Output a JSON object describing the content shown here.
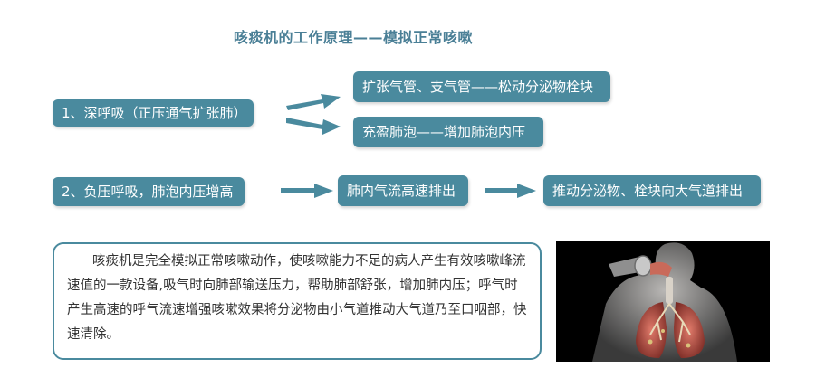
{
  "title": "咳痰机的工作原理——模拟正常咳嗽",
  "step1": {
    "label": "1、深呼吸（正压通气扩张肺）",
    "outcomes": [
      "扩张气管、支气管——松动分泌物栓块",
      "充盈肺泡——增加肺泡内压"
    ]
  },
  "step2": {
    "label": "2、负压呼吸，肺泡内压增高",
    "chain": [
      "肺内气流高速排出",
      "推动分泌物、栓块向大气道排出"
    ]
  },
  "description": "咳痰机是完全模拟正常咳嗽动作，使咳嗽能力不足的病人产生有效咳嗽峰流速值的一款设备,吸气时向肺部输送压力，帮助肺部舒张，增加肺内压；呼气时产生高速的呼气流速增强咳嗽效果将分泌物由小气道推动大气道乃至口咽部，快速清除。",
  "colors": {
    "box_fill": "#4a8a9e",
    "title": "#4a7f96",
    "arrow": "#4a8a9e"
  },
  "illustration": "lungs-cough-device-illustration"
}
